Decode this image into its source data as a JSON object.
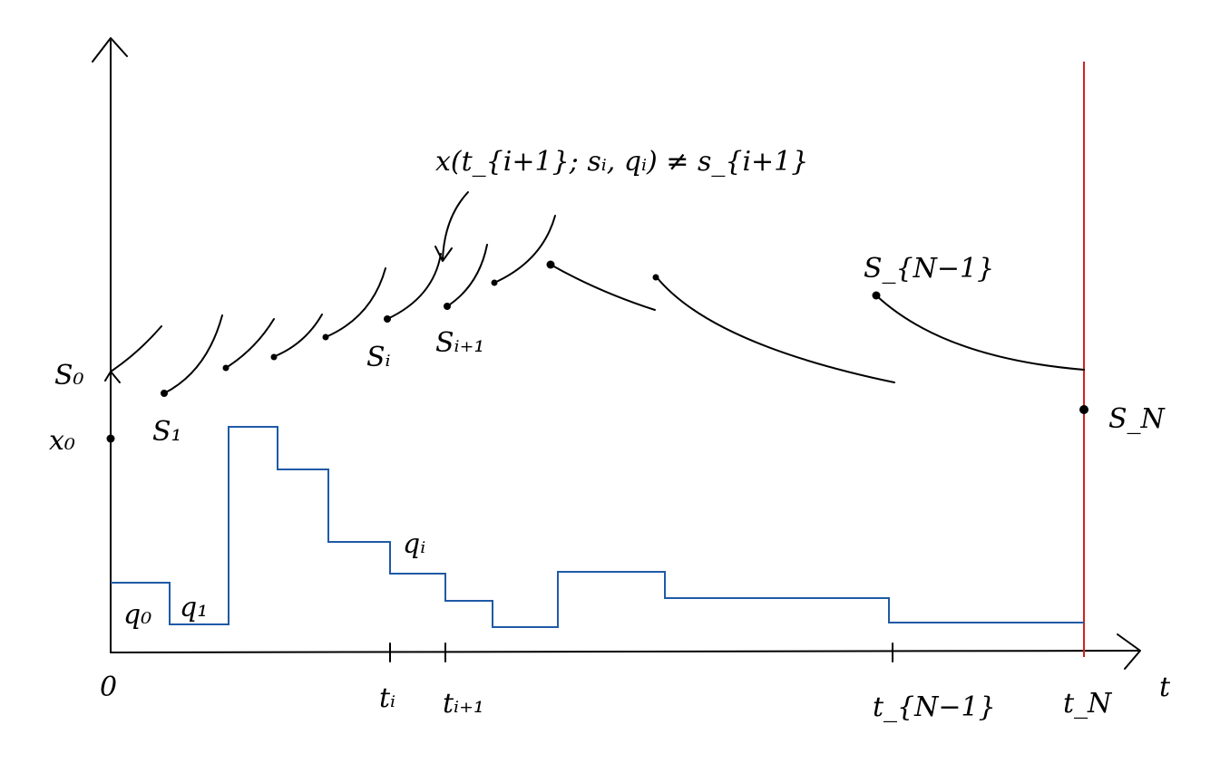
{
  "colors": {
    "ink": "#000000",
    "control": "#1f5aa6",
    "terminal": "#d42020"
  },
  "labels": {
    "s0": "S₀",
    "x0": "x₀",
    "s1": "S₁",
    "si": "Sᵢ",
    "si1": "Sᵢ₊₁",
    "sN1": "S_{N−1}",
    "sN": "S_N",
    "q0": "q₀",
    "q1": "q₁",
    "qi": "qᵢ",
    "origin": "0",
    "ti": "tᵢ",
    "ti1": "tᵢ₊₁",
    "tN1": "t_{N−1}",
    "tN": "t_N",
    "taxis": "t",
    "defect": "x(t_{i+1}; sᵢ, qᵢ) ≠ s_{i+1}"
  }
}
